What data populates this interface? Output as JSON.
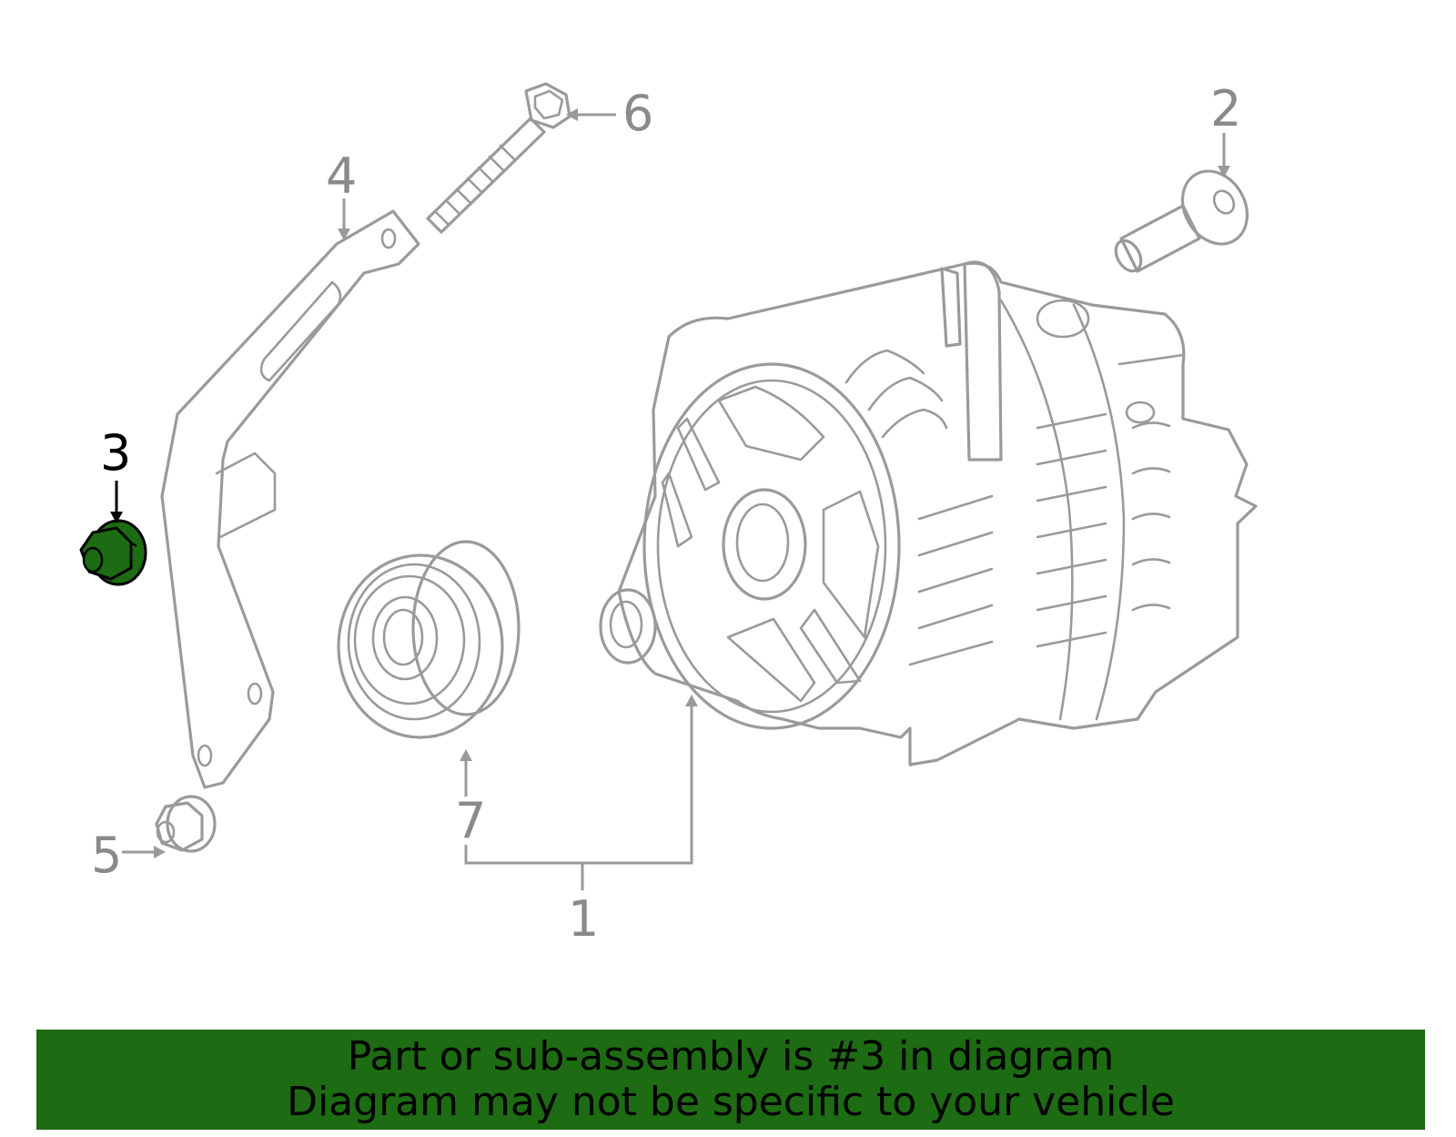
{
  "colors": {
    "line": "#9a9a9a",
    "callout": "#8a8a8a",
    "highlight_part": "#1d6b12",
    "highlight_label": "#000000",
    "banner_bg": "#1d6b12",
    "banner_text": "#000000"
  },
  "callouts": {
    "c1": "1",
    "c2": "2",
    "c3": "3",
    "c4": "4",
    "c5": "5",
    "c6": "6",
    "c7": "7"
  },
  "highlighted_part": "3",
  "banner": {
    "line1": "Part or sub-assembly is #3 in diagram",
    "line2": "Diagram may not be specific to your vehicle"
  }
}
